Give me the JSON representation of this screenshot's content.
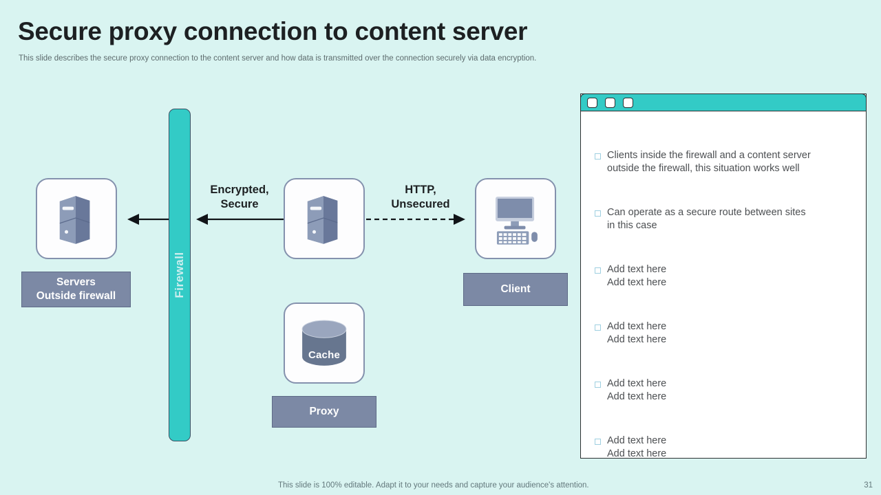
{
  "slide": {
    "title": "Secure proxy connection to content server",
    "subtitle": "This slide describes the secure proxy connection to the content server and how data is transmitted over the connection securely via data encryption.",
    "background_color": "#d9f4f1",
    "accent_color": "#33cbc6",
    "label_color": "#7c89a5",
    "icon_border_color": "#8491ad"
  },
  "diagram": {
    "firewall_label": "Firewall",
    "nodes": [
      {
        "id": "servers-outside",
        "icon": "server-tower-icon",
        "label": "Servers\nOutside firewall",
        "label_line1": "Servers",
        "label_line2": "Outside firewall"
      },
      {
        "id": "proxy",
        "icon": "server-tower-icon",
        "label": "Proxy"
      },
      {
        "id": "cache",
        "icon": "database-cylinder-icon",
        "inner_label": "Cache"
      },
      {
        "id": "client",
        "icon": "desktop-computer-icon",
        "label": "Client"
      }
    ],
    "connections": [
      {
        "id": "encrypted",
        "label_line1": "Encrypted,",
        "label_line2": "Secure",
        "style": "solid",
        "direction": "left"
      },
      {
        "id": "http",
        "label_line1": "HTTP,",
        "label_line2": "Unsecured",
        "style": "dashed",
        "direction": "right"
      }
    ]
  },
  "panel": {
    "window_buttons": [
      "window-button-1",
      "window-button-2",
      "window-button-3"
    ],
    "items": [
      {
        "line1": "Clients inside the firewall and a content server",
        "line2": "outside the firewall, this situation works well"
      },
      {
        "line1": "Can operate as a secure route between sites",
        "line2": "in this case"
      },
      {
        "line1": "Add text here",
        "line2": "Add text here"
      },
      {
        "line1": "Add text here",
        "line2": "Add text here"
      },
      {
        "line1": "Add text here",
        "line2": "Add text here"
      },
      {
        "line1": "Add text here",
        "line2": "Add text here"
      }
    ]
  },
  "footer": {
    "note": "This slide is 100% editable. Adapt it to your needs and capture your audience's attention.",
    "page_number": "31"
  }
}
